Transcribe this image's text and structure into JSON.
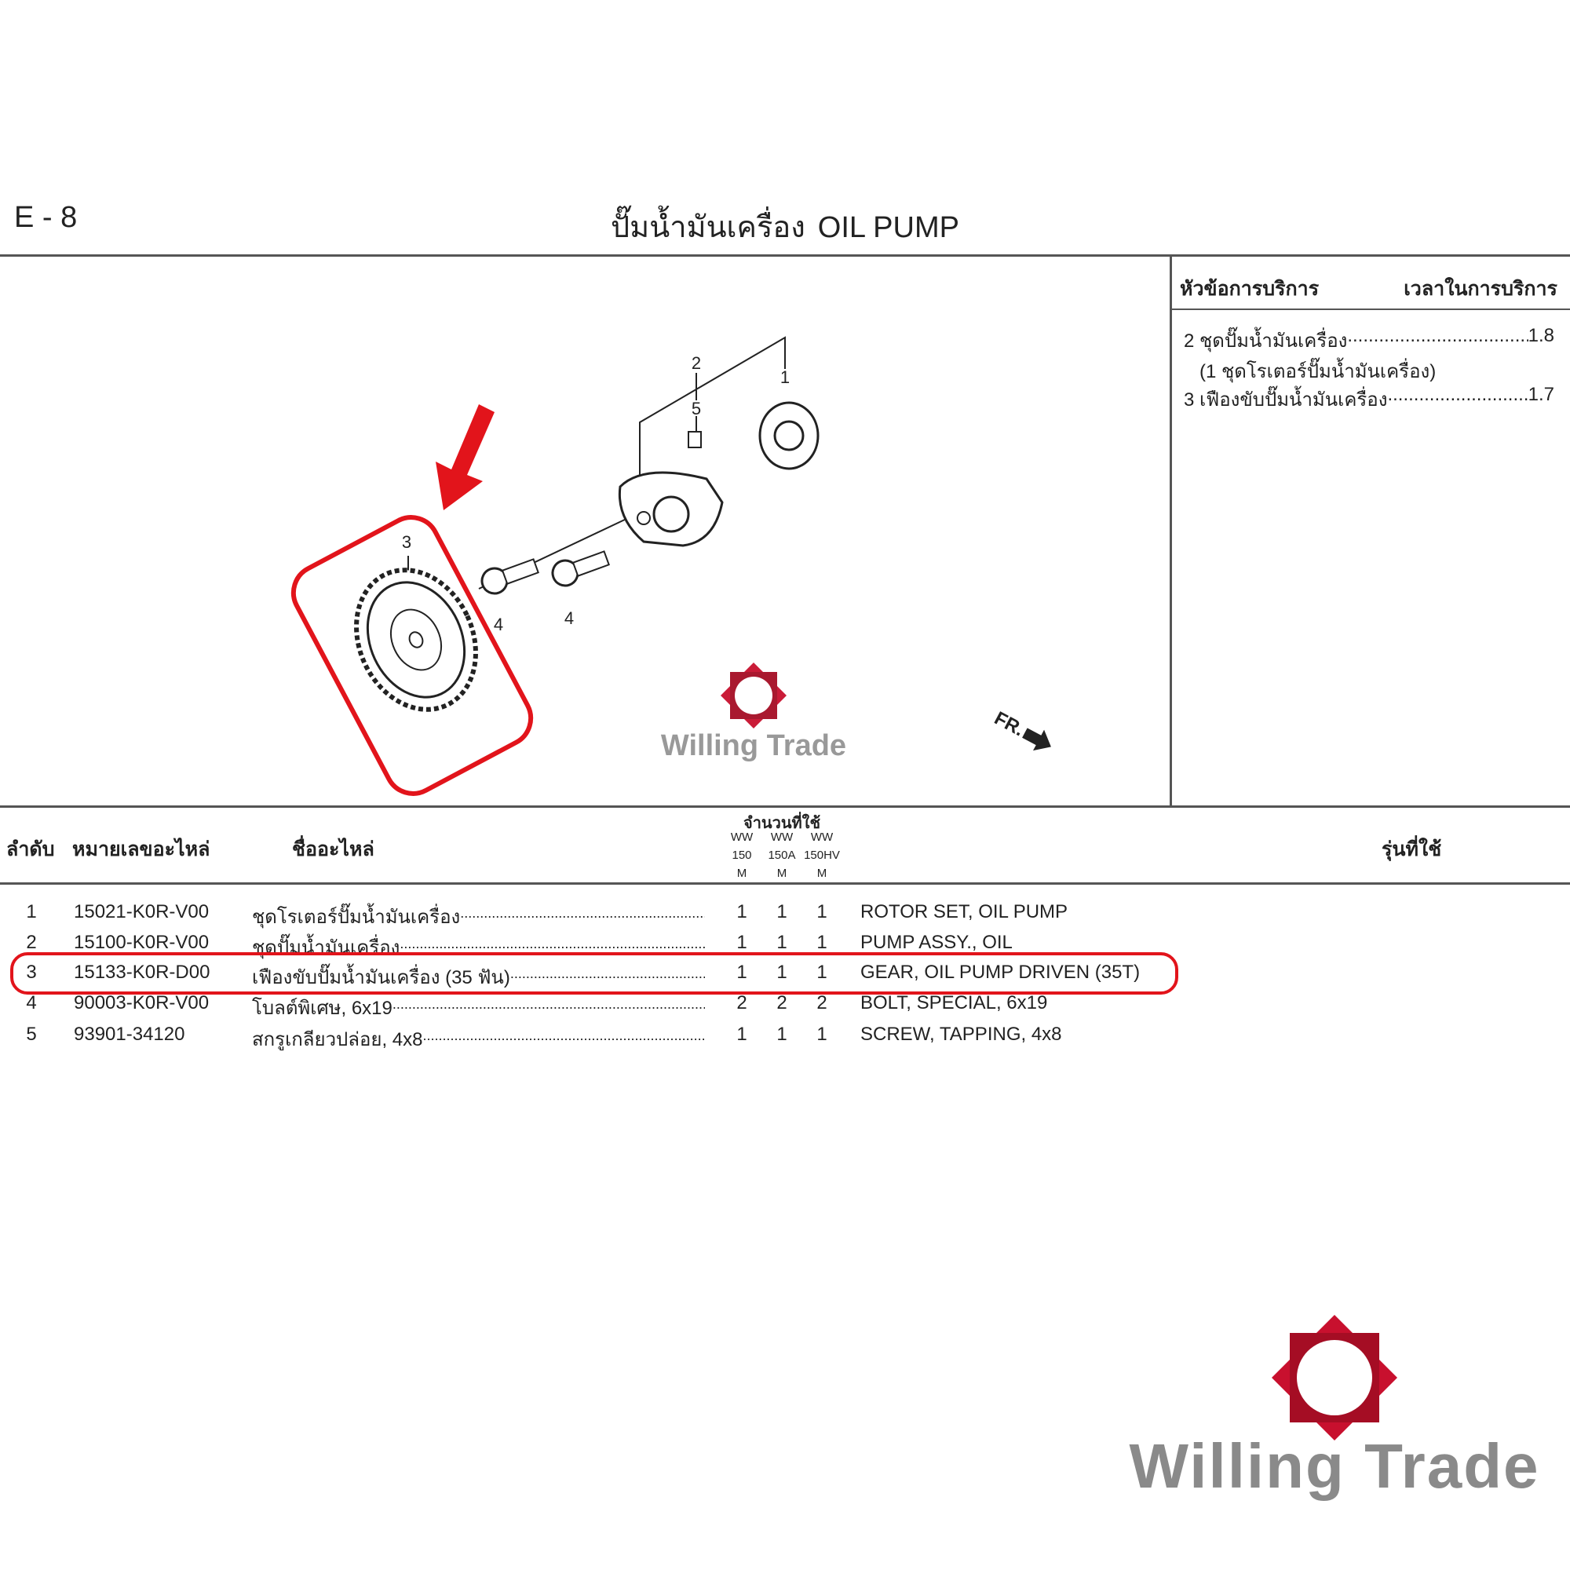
{
  "header": {
    "section_code": "E - 8",
    "title_thai": "ปั๊มน้ำมันเครื่อง",
    "title_en": "OIL PUMP"
  },
  "service_panel": {
    "col_topic": "หัวข้อการบริการ",
    "col_time": "เวลาในการบริการ",
    "items": [
      {
        "label": "2 ชุดปั๊มน้ำมันเครื่อง ",
        "time": "1.8"
      },
      {
        "label": "(1 ชุดโรเตอร์ปั๊มน้ำมันเครื่อง)",
        "time": ""
      },
      {
        "label": "3 เฟืองขับปั๊มน้ำมันเครื่อง",
        "time": "1.7"
      }
    ]
  },
  "diagram": {
    "callouts": [
      "1",
      "2",
      "3",
      "4",
      "4",
      "5"
    ],
    "direction_label": "FR.",
    "watermark_text": "Willing Trade"
  },
  "table": {
    "headers": {
      "no": "ลำดับ",
      "part_number": "หมายเลขอะไหล่",
      "part_name": "ชื่ออะไหล่",
      "quantity": "จำนวนที่ใช้",
      "models": [
        {
          "line1": "WW",
          "line2": "150",
          "line3": "M"
        },
        {
          "line1": "WW",
          "line2": "150A",
          "line3": "M"
        },
        {
          "line1": "WW",
          "line2": "150HV",
          "line3": "M"
        }
      ],
      "models_used": "รุ่นที่ใช้"
    },
    "rows": [
      {
        "no": "1",
        "part_number": "15021-K0R-V00",
        "name_th": "ชุดโรเตอร์ปั๊มน้ำมันเครื่อง ",
        "q": [
          "1",
          "1",
          "1"
        ],
        "name_en": "ROTOR SET, OIL PUMP"
      },
      {
        "no": "2",
        "part_number": "15100-K0R-V00",
        "name_th": "ชุดปั๊มน้ำมันเครื่อง ",
        "q": [
          "1",
          "1",
          "1"
        ],
        "name_en": "PUMP ASSY., OIL"
      },
      {
        "no": "3",
        "part_number": "15133-K0R-D00",
        "name_th": "เฟืองขับปั๊มน้ำมันเครื่อง (35 ฟัน) ",
        "q": [
          "1",
          "1",
          "1"
        ],
        "name_en": "GEAR, OIL PUMP DRIVEN (35T)"
      },
      {
        "no": "4",
        "part_number": "90003-K0R-V00",
        "name_th": "โบลต์พิเศษ, 6x19",
        "q": [
          "2",
          "2",
          "2"
        ],
        "name_en": "BOLT, SPECIAL, 6x19"
      },
      {
        "no": "5",
        "part_number": "93901-34120",
        "name_th": "สกรูเกลียวปล่อย, 4x8 ",
        "q": [
          "1",
          "1",
          "1"
        ],
        "name_en": "SCREW, TAPPING, 4x8"
      }
    ],
    "highlighted_row": 3
  },
  "watermark": {
    "text": "Willing Trade"
  },
  "colors": {
    "highlight": "#e2141b",
    "rule": "#555555",
    "logo": "#c8102e"
  }
}
